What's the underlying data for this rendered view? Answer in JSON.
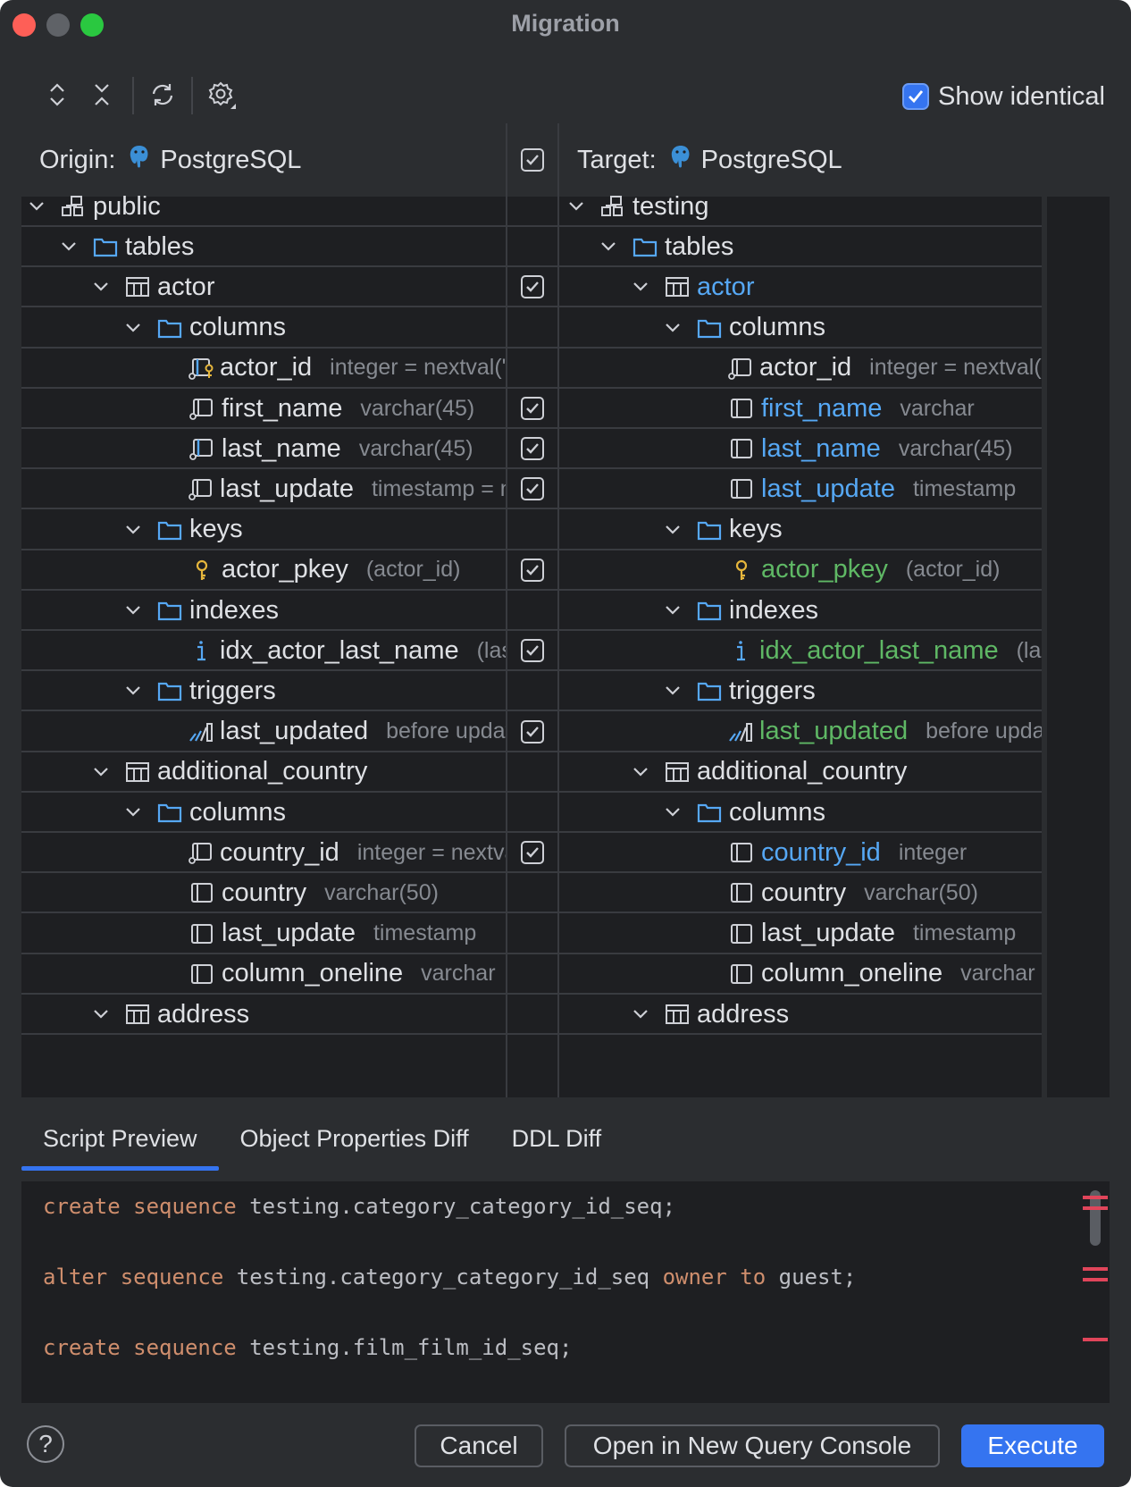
{
  "window": {
    "title": "Migration",
    "traffic_lights": [
      "#fe5f57",
      "#5f6267",
      "#2ac840"
    ]
  },
  "toolbar": {
    "icons": [
      "expand-all-icon",
      "collapse-all-icon",
      "swap-icon",
      "settings-icon"
    ],
    "show_identical_label": "Show identical",
    "show_identical_checked": true
  },
  "origin": {
    "label": "Origin:",
    "db": "PostgreSQL"
  },
  "target": {
    "label": "Target:",
    "db": "PostgreSQL"
  },
  "colors": {
    "accent": "#3574f0",
    "changed": "#56a8f5",
    "added": "#5fb865",
    "keyword": "#cf8e6d",
    "diff_marker": "#e0455a"
  },
  "rows": [
    {
      "left": {
        "name": "public",
        "icon": "schema",
        "depth": 0,
        "chevron": true
      },
      "check": false,
      "right": {
        "name": "testing",
        "icon": "schema",
        "depth": 0,
        "chevron": true
      }
    },
    {
      "left": {
        "name": "tables",
        "icon": "folder",
        "depth": 1,
        "chevron": true
      },
      "check": false,
      "right": {
        "name": "tables",
        "icon": "folder",
        "depth": 1,
        "chevron": true
      }
    },
    {
      "left": {
        "name": "actor",
        "icon": "table",
        "depth": 2,
        "chevron": true
      },
      "check": true,
      "right": {
        "name": "actor",
        "icon": "table",
        "depth": 2,
        "chevron": true,
        "status": "blue"
      }
    },
    {
      "left": {
        "name": "columns",
        "icon": "folder",
        "depth": 3,
        "chevron": true
      },
      "check": false,
      "right": {
        "name": "columns",
        "icon": "folder",
        "depth": 3,
        "chevron": true
      }
    },
    {
      "left": {
        "name": "actor_id",
        "icon": "column-key",
        "depth": 4,
        "detail": "integer = nextval('a"
      },
      "check": false,
      "right": {
        "name": "actor_id",
        "icon": "column-notnull",
        "depth": 4,
        "detail": "integer = nextval('t"
      }
    },
    {
      "left": {
        "name": "first_name",
        "icon": "column-notnull",
        "depth": 4,
        "detail": "varchar(45)"
      },
      "check": true,
      "right": {
        "name": "first_name",
        "icon": "column",
        "depth": 4,
        "detail": "varchar",
        "status": "blue"
      }
    },
    {
      "left": {
        "name": "last_name",
        "icon": "column-notnull-blue",
        "depth": 4,
        "detail": "varchar(45)"
      },
      "check": true,
      "right": {
        "name": "last_name",
        "icon": "column",
        "depth": 4,
        "detail": "varchar(45)",
        "status": "blue"
      }
    },
    {
      "left": {
        "name": "last_update",
        "icon": "column-notnull",
        "depth": 4,
        "detail": "timestamp = nc"
      },
      "check": true,
      "right": {
        "name": "last_update",
        "icon": "column",
        "depth": 4,
        "detail": "timestamp",
        "status": "blue"
      }
    },
    {
      "left": {
        "name": "keys",
        "icon": "folder",
        "depth": 3,
        "chevron": true
      },
      "check": false,
      "right": {
        "name": "keys",
        "icon": "folder",
        "depth": 3,
        "chevron": true
      }
    },
    {
      "left": {
        "name": "actor_pkey",
        "icon": "key",
        "depth": 4,
        "detail": "(actor_id)"
      },
      "check": true,
      "right": {
        "name": "actor_pkey",
        "icon": "key",
        "depth": 4,
        "detail": "(actor_id)",
        "status": "green"
      }
    },
    {
      "left": {
        "name": "indexes",
        "icon": "folder",
        "depth": 3,
        "chevron": true
      },
      "check": false,
      "right": {
        "name": "indexes",
        "icon": "folder",
        "depth": 3,
        "chevron": true
      }
    },
    {
      "left": {
        "name": "idx_actor_last_name",
        "icon": "index",
        "depth": 4,
        "detail": "(last_"
      },
      "check": true,
      "right": {
        "name": "idx_actor_last_name",
        "icon": "index",
        "depth": 4,
        "detail": "(last_",
        "status": "green"
      }
    },
    {
      "left": {
        "name": "triggers",
        "icon": "folder",
        "depth": 3,
        "chevron": true
      },
      "check": false,
      "right": {
        "name": "triggers",
        "icon": "folder",
        "depth": 3,
        "chevron": true
      }
    },
    {
      "left": {
        "name": "last_updated",
        "icon": "trigger",
        "depth": 4,
        "detail": "before updat"
      },
      "check": true,
      "right": {
        "name": "last_updated",
        "icon": "trigger",
        "depth": 4,
        "detail": "before updat",
        "status": "green"
      }
    },
    {
      "left": {
        "name": "additional_country",
        "icon": "table",
        "depth": 2,
        "chevron": true
      },
      "check": false,
      "right": {
        "name": "additional_country",
        "icon": "table",
        "depth": 2,
        "chevron": true
      }
    },
    {
      "left": {
        "name": "columns",
        "icon": "folder",
        "depth": 3,
        "chevron": true
      },
      "check": false,
      "right": {
        "name": "columns",
        "icon": "folder",
        "depth": 3,
        "chevron": true
      }
    },
    {
      "left": {
        "name": "country_id",
        "icon": "column-notnull",
        "depth": 4,
        "detail": "integer = nextva"
      },
      "check": true,
      "right": {
        "name": "country_id",
        "icon": "column",
        "depth": 4,
        "detail": "integer",
        "status": "blue"
      }
    },
    {
      "left": {
        "name": "country",
        "icon": "column",
        "depth": 4,
        "detail": "varchar(50)"
      },
      "check": false,
      "right": {
        "name": "country",
        "icon": "column",
        "depth": 4,
        "detail": "varchar(50)"
      }
    },
    {
      "left": {
        "name": "last_update",
        "icon": "column",
        "depth": 4,
        "detail": "timestamp"
      },
      "check": false,
      "right": {
        "name": "last_update",
        "icon": "column",
        "depth": 4,
        "detail": "timestamp"
      }
    },
    {
      "left": {
        "name": "column_oneline",
        "icon": "column",
        "depth": 4,
        "detail": "varchar"
      },
      "check": false,
      "right": {
        "name": "column_oneline",
        "icon": "column",
        "depth": 4,
        "detail": "varchar"
      }
    },
    {
      "left": {
        "name": "address",
        "icon": "table",
        "depth": 2,
        "chevron": true
      },
      "check": false,
      "right": {
        "name": "address",
        "icon": "table",
        "depth": 2,
        "chevron": true
      }
    }
  ],
  "tabs": [
    "Script Preview",
    "Object Properties Diff",
    "DDL Diff"
  ],
  "active_tab": "Script Preview",
  "script": [
    [
      {
        "t": "create",
        "k": true
      },
      {
        "t": " "
      },
      {
        "t": "sequence",
        "k": true
      },
      {
        "t": " testing.category_category_id_seq;"
      }
    ],
    [
      {
        "t": "alter",
        "k": true
      },
      {
        "t": " "
      },
      {
        "t": "sequence",
        "k": true
      },
      {
        "t": " testing.category_category_id_seq "
      },
      {
        "t": "owner",
        "k": true
      },
      {
        "t": " "
      },
      {
        "t": "to",
        "k": true
      },
      {
        "t": " guest;"
      }
    ],
    [
      {
        "t": "create",
        "k": true
      },
      {
        "t": " "
      },
      {
        "t": "sequence",
        "k": true
      },
      {
        "t": " testing.film_film_id_seq;"
      }
    ]
  ],
  "buttons": {
    "help": "?",
    "cancel": "Cancel",
    "open_console": "Open in New Query Console",
    "execute": "Execute"
  }
}
